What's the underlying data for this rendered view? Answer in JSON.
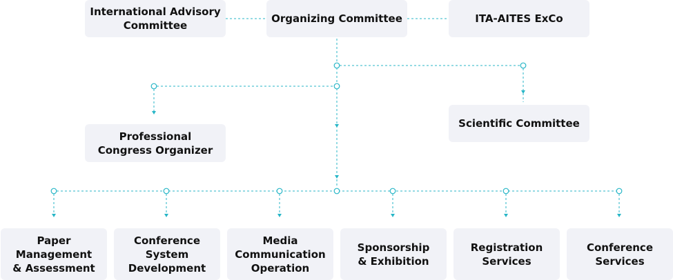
{
  "colors": {
    "connector": "#27b6c7",
    "box_fill": "#f1f2f7",
    "text": "#111111"
  },
  "nodes": {
    "iac": "International Advisory\nCommittee",
    "oc": "Organizing Committee",
    "ita": "ITA-AITES ExCo",
    "pco": "Professional\nCongress Organizer",
    "sci": "Scientific Committee",
    "paper": "Paper\nManagement\n& Assessment",
    "csd": "Conference\nSystem\nDevelopment",
    "media": "Media\nCommunication\nOperation",
    "spons": "Sponsorship\n& Exhibition",
    "reg": "Registration\nServices",
    "conf": "Conference\nServices"
  }
}
